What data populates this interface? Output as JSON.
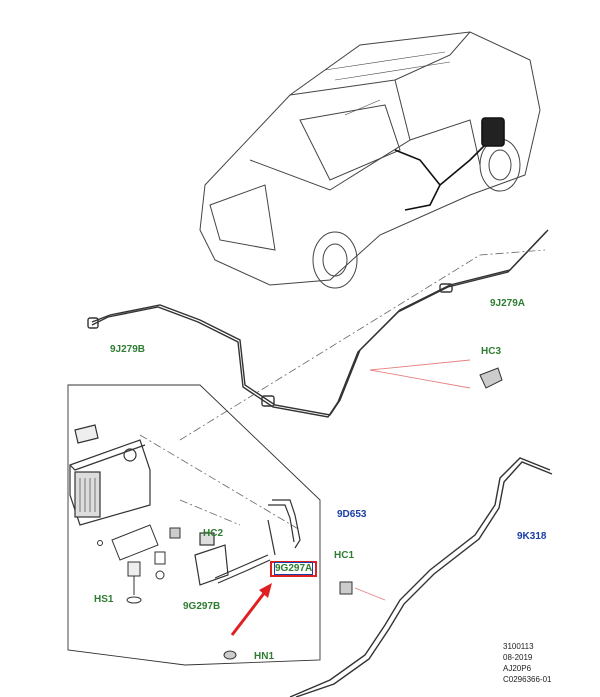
{
  "callouts": {
    "9J279A": "9J279A",
    "9J279B": "9J279B",
    "HC3": "HC3",
    "9D653": "9D653",
    "HC2": "HC2",
    "9K318": "9K318",
    "HC1": "HC1",
    "9G297A": "9G297A",
    "HS1": "HS1",
    "9G297B": "9G297B",
    "HN1": "HN1"
  },
  "reference": {
    "line1": "3100113",
    "line2": "08-2019",
    "line3": "AJ20P6",
    "line4": "C0296366-01"
  },
  "colors": {
    "part_label": "#2e7d32",
    "assembly_label": "#1a3ea8",
    "highlight": "#e02020",
    "line_art": "#333333"
  }
}
